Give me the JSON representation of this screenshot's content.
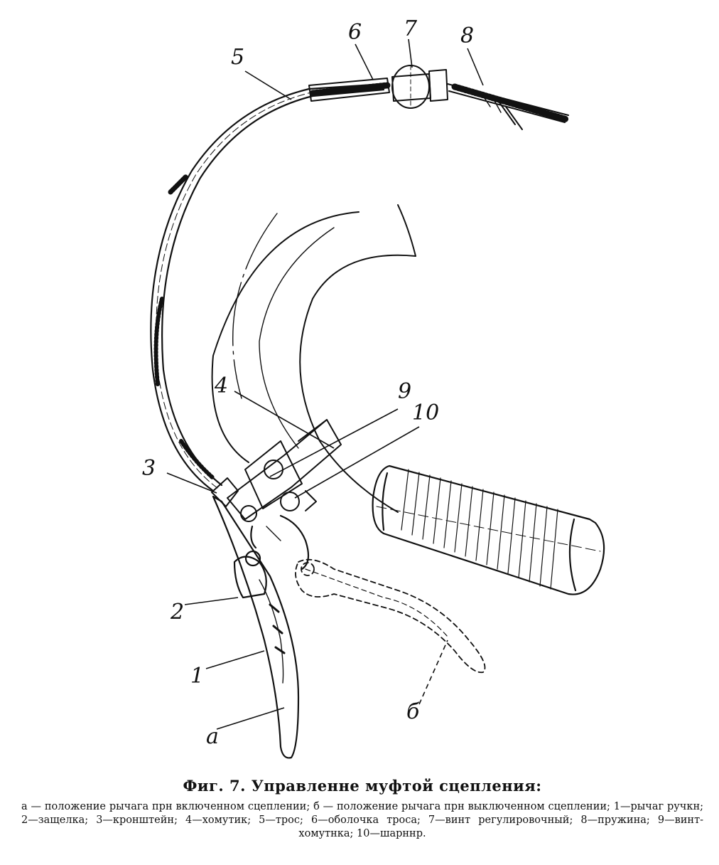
{
  "figure": {
    "callouts": {
      "c1": "1",
      "c2": "2",
      "c3": "3",
      "c4": "4",
      "c5": "5",
      "c6": "6",
      "c7": "7",
      "c8": "8",
      "c9": "9",
      "c10": "10",
      "ca": "а",
      "cb": "б"
    }
  },
  "caption": {
    "title": "Фиг. 7. Управленне муфтой сцепления:",
    "body": "а — положение рычага прн включенном сцеплении; б — положение рычага прн выключенном сцеплении; 1—рычаг ручкн; 2—защелка; 3—кронштейн; 4—хомутик; 5—трос; 6—оболочка троса; 7—винт регулировочный; 8—пружина; 9—винт-хомутнка; 10—шарннр."
  }
}
